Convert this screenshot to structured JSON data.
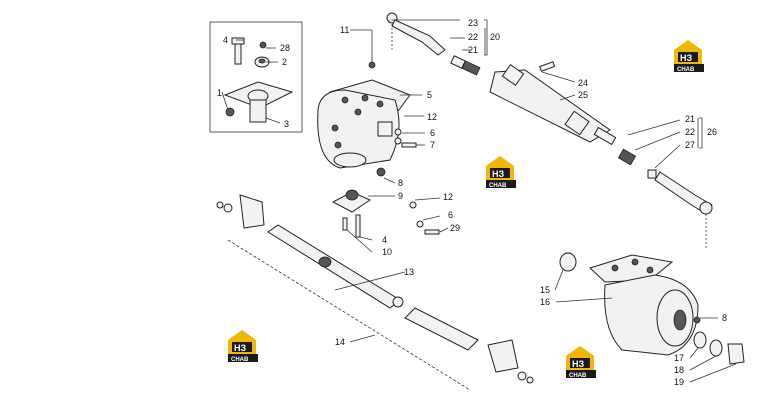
{
  "labels": {
    "n1": "1",
    "n2": "2",
    "n3": "3",
    "n4": "4",
    "n4b": "4",
    "n5": "5",
    "n6": "6",
    "n6b": "6",
    "n7": "7",
    "n8": "8",
    "n8b": "8",
    "n9": "9",
    "n10": "10",
    "n11": "11",
    "n12": "12",
    "n12b": "12",
    "n13": "13",
    "n14": "14",
    "n15": "15",
    "n16": "16",
    "n17": "17",
    "n18": "18",
    "n19": "19",
    "n20": "20",
    "n21": "21",
    "n21b": "21",
    "n22": "22",
    "n22b": "22",
    "n23": "23",
    "n24": "24",
    "n25": "25",
    "n26": "26",
    "n27": "27",
    "n28": "28",
    "n29": "29"
  },
  "logo": {
    "top": "НЗ",
    "bottom": "CHAB"
  },
  "colors": {
    "logo_yellow": "#f2b705",
    "logo_black": "#1a1a1a",
    "line": "#333333"
  }
}
